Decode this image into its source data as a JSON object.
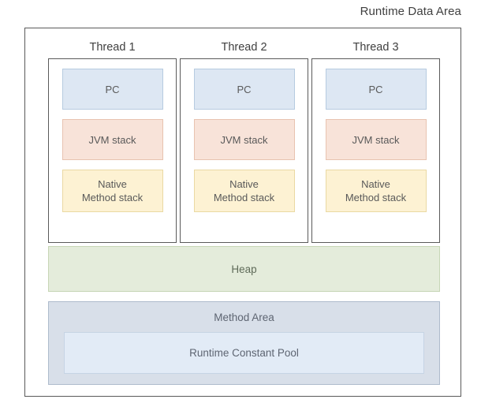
{
  "diagram": {
    "title": "Runtime Data Area",
    "threads": [
      {
        "label": "Thread 1",
        "blocks": [
          {
            "name": "pc",
            "label": "PC"
          },
          {
            "name": "jvm-stack",
            "label": "JVM stack"
          },
          {
            "name": "native-method-stack",
            "label": "Native\nMethod stack"
          }
        ]
      },
      {
        "label": "Thread 2",
        "blocks": [
          {
            "name": "pc",
            "label": "PC"
          },
          {
            "name": "jvm-stack",
            "label": "JVM stack"
          },
          {
            "name": "native-method-stack",
            "label": "Native\nMethod stack"
          }
        ]
      },
      {
        "label": "Thread 3",
        "blocks": [
          {
            "name": "pc",
            "label": "PC"
          },
          {
            "name": "jvm-stack",
            "label": "JVM stack"
          },
          {
            "name": "native-method-stack",
            "label": "Native\nMethod stack"
          }
        ]
      }
    ],
    "heap": {
      "label": "Heap"
    },
    "method_area": {
      "label": "Method Area",
      "runtime_constant_pool": {
        "label": "Runtime Constant Pool"
      }
    },
    "colors": {
      "outer_border": "#5a5a5a",
      "pc_fill": "#dde7f3",
      "pc_border": "#b6cbe0",
      "jvm_stack_fill": "#f8e3d9",
      "jvm_stack_border": "#e8c3b0",
      "native_stack_fill": "#fdf2d3",
      "native_stack_border": "#ead9a3",
      "heap_fill": "#e4ecdb",
      "heap_border": "#c7d6b6",
      "method_area_fill": "#d8dfe9",
      "method_area_border": "#aebbcc",
      "constant_pool_fill": "#e2ebf6",
      "constant_pool_border": "#c6d4e4",
      "text": "#595959"
    }
  }
}
